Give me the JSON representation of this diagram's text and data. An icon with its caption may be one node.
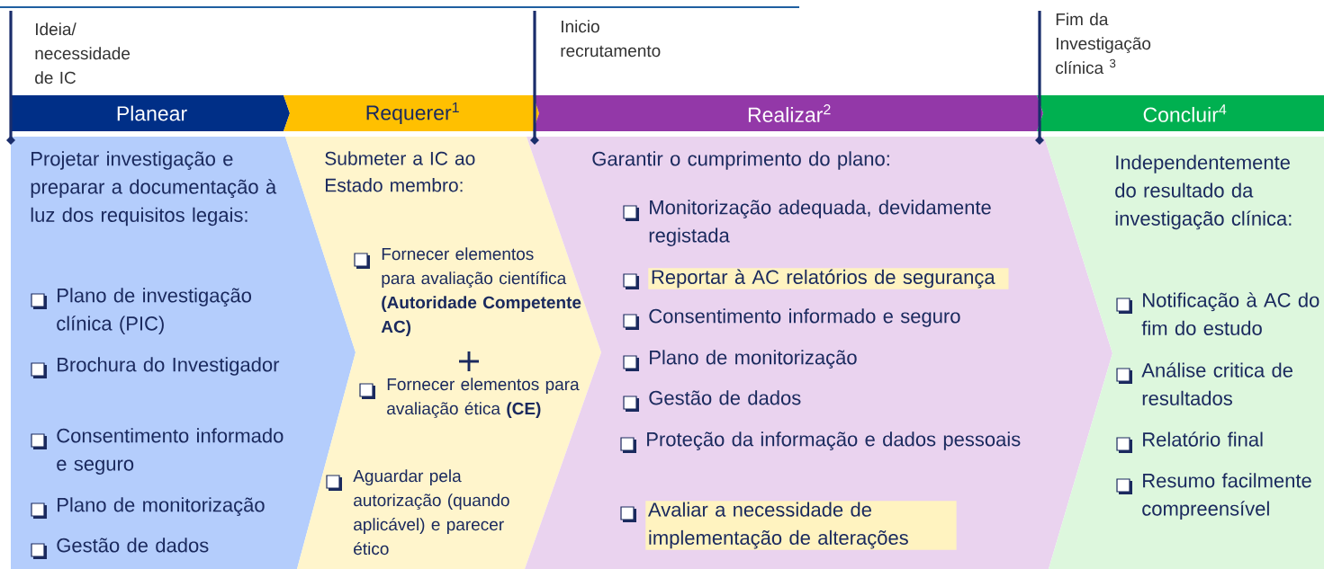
{
  "diagram": {
    "nodes": [
      {
        "text": [
          "Planear"
        ]
      },
      {
        "text": [
          "Requerer$^{1}$"
        ]
      },
      {
        "text": [
          "Realizar$^{2}$"
        ]
      },
      {
        "text": [
          "Concluir$^{4}$"
        ]
      },
      {
        "text": [
          "Projetar investigação e preparar a documentação à luz dos requisitos legais:",
          "Plano de investigação clínica (PIC)",
          "Brochura do Investigador",
          "Consentimento informado e seguro",
          "Plano de monitorização",
          "Gestão de dados"
        ]
      },
      {
        "text": [
          "Submeter a IC ao Estado membro:",
          "Fornecer elementos para avaliação científica **(Autoridade Competente AC)**",
          "Fornecer elementos para avaliação ética **(CE)**",
          "Aguardar pela autorização (quando aplicável) e parecer ético"
        ]
      },
      {
        "text": [
          "Garantir o cumprimento do plano:",
          "Monitorização adequada, devidamente registada",
          "Reportar à AC relatórios de segurança",
          "Consentimento informado e seguro",
          "Plano de monitorização",
          "Gestão de dados",
          "Proteção da informação e dados pessoais",
          "Avaliar a necessidade de implementação de alterações"
        ]
      },
      {
        "text": [
          "Independentemente do resultado da investigação clínica:",
          "Notificação à AC do fim do estudo",
          "Análise critica de resultados",
          "Relatório final",
          "Resumo facilmente compreensível"
        ]
      }
    ],
    "labels": [
      "Ideia/ necessidade de IC",
      "Inicio recrutamento",
      "Fim da Investigação clínica $^{3}$"
    ]
  }
}
